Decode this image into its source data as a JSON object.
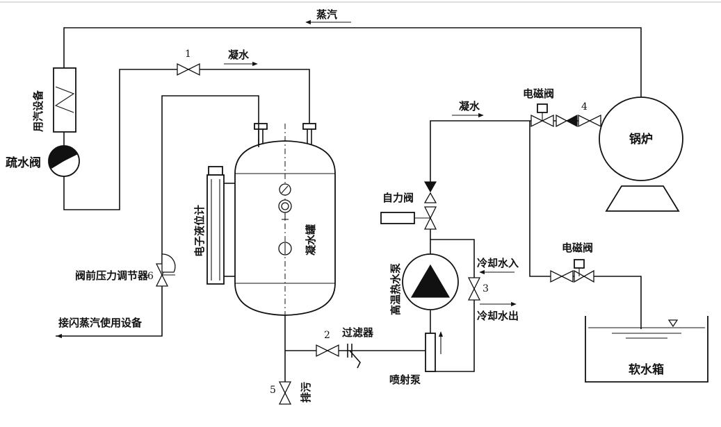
{
  "labels": {
    "steam": "蒸汽",
    "condensate_top": "凝水",
    "steam_equipment": "用汽设备",
    "drain_valve": "疏水阀",
    "condensate_tank": "凝水罐",
    "level_gauge": "电子液位计",
    "pressure_regulator": "阀前压力调节器",
    "flash_steam_out": "接闪蒸汽使用设备",
    "blowdown": "排污",
    "filter": "过滤器",
    "jet_pump": "喷射泵",
    "hot_water_pump": "高温热水泵",
    "cooling_in": "冷却水入",
    "cooling_out": "冷却水出",
    "self_operated_valve": "自力阀",
    "condensate_right": "凝水",
    "solenoid_valve_top": "电磁阀",
    "solenoid_valve_bottom": "电磁阀",
    "boiler": "锅炉",
    "soft_water_tank": "软水箱"
  },
  "valve_numbers": {
    "v1": "1",
    "v2": "2",
    "v3": "3",
    "v4": "4",
    "v5": "5",
    "v6": "6"
  }
}
